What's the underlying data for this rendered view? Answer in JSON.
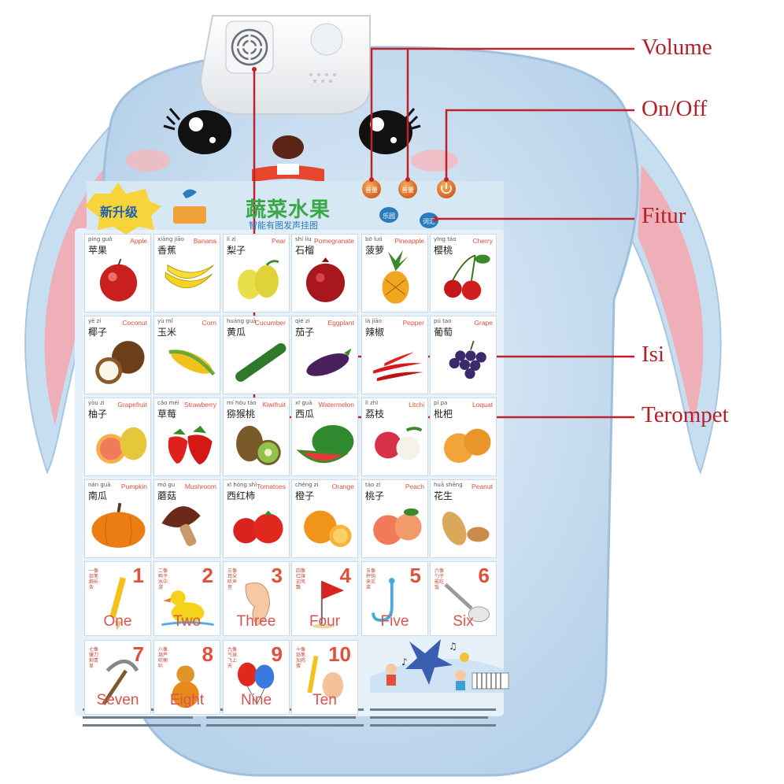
{
  "callouts": {
    "volume": "Volume",
    "onoff": "On/Off",
    "fitur": "Fitur",
    "isi": "Isi",
    "terompet": "Terompet"
  },
  "poster": {
    "badge": "新升级",
    "title": "蔬菜水果",
    "subtitle": "智能有图发声挂图",
    "buttons": {
      "vol_minus": "音量",
      "vol_plus": "音量",
      "mode": "乐园",
      "word": "词汇"
    }
  },
  "items": [
    {
      "py": "píng guǒ",
      "cn": "苹果",
      "en": "Apple",
      "icon": "apple-icon"
    },
    {
      "py": "xiāng jiāo",
      "cn": "香蕉",
      "en": "Banana",
      "icon": "banana-icon"
    },
    {
      "py": "lí zi",
      "cn": "梨子",
      "en": "Pear",
      "icon": "pear-icon"
    },
    {
      "py": "shí liu",
      "cn": "石榴",
      "en": "Pomegranate",
      "icon": "pomegranate-icon"
    },
    {
      "py": "bō luó",
      "cn": "菠萝",
      "en": "Pineapple",
      "icon": "pineapple-icon"
    },
    {
      "py": "yīng táo",
      "cn": "樱桃",
      "en": "Cherry",
      "icon": "cherry-icon"
    },
    {
      "py": "yē zi",
      "cn": "椰子",
      "en": "Coconut",
      "icon": "coconut-icon"
    },
    {
      "py": "yù mǐ",
      "cn": "玉米",
      "en": "Corn",
      "icon": "corn-icon"
    },
    {
      "py": "huáng guā",
      "cn": "黄瓜",
      "en": "Cucumber",
      "icon": "cucumber-icon"
    },
    {
      "py": "qié zi",
      "cn": "茄子",
      "en": "Eggplant",
      "icon": "eggplant-icon"
    },
    {
      "py": "là jiāo",
      "cn": "辣椒",
      "en": "Pepper",
      "icon": "pepper-icon"
    },
    {
      "py": "pú tao",
      "cn": "葡萄",
      "en": "Grape",
      "icon": "grape-icon"
    },
    {
      "py": "yòu zi",
      "cn": "柚子",
      "en": "Grapefruit",
      "icon": "grapefruit-icon"
    },
    {
      "py": "cǎo méi",
      "cn": "草莓",
      "en": "Strawberry",
      "icon": "strawberry-icon"
    },
    {
      "py": "mí hóu táo",
      "cn": "猕猴桃",
      "en": "Kiwifruit",
      "icon": "kiwi-icon"
    },
    {
      "py": "xī guā",
      "cn": "西瓜",
      "en": "Watermelon",
      "icon": "watermelon-icon"
    },
    {
      "py": "lì zhī",
      "cn": "荔枝",
      "en": "Litchi",
      "icon": "litchi-icon"
    },
    {
      "py": "pí pa",
      "cn": "枇杷",
      "en": "Loquat",
      "icon": "loquat-icon"
    },
    {
      "py": "nán guā",
      "cn": "南瓜",
      "en": "Pumpkin",
      "icon": "pumpkin-icon"
    },
    {
      "py": "mó gu",
      "cn": "蘑菇",
      "en": "Mushroom",
      "icon": "mushroom-icon"
    },
    {
      "py": "xī hóng shì",
      "cn": "西红柿",
      "en": "Tomatoes",
      "icon": "tomato-icon"
    },
    {
      "py": "chéng zi",
      "cn": "橙子",
      "en": "Orange",
      "icon": "orange-icon"
    },
    {
      "py": "táo zi",
      "cn": "桃子",
      "en": "Peach",
      "icon": "peach-icon"
    },
    {
      "py": "huā shēng",
      "cn": "花生",
      "en": "Peanut",
      "icon": "peanut-icon"
    }
  ],
  "numbers": [
    {
      "digit": "1",
      "word": "One",
      "hint": "一像铅笔细长条",
      "icon": "pencil-icon"
    },
    {
      "digit": "2",
      "word": "Two",
      "hint": "二像鸭子水中游",
      "icon": "duck-icon"
    },
    {
      "digit": "3",
      "word": "Three",
      "hint": "三像耳朵听声音",
      "icon": "ear-icon"
    },
    {
      "digit": "4",
      "word": "Four",
      "hint": "四像红旗迎风飘",
      "icon": "flag-icon"
    },
    {
      "digit": "5",
      "word": "Five",
      "hint": "五像秤钩来买菜",
      "icon": "hook-icon"
    },
    {
      "digit": "6",
      "word": "Six",
      "hint": "六像勺子能吃饭",
      "icon": "spoon-icon"
    },
    {
      "digit": "7",
      "word": "Seven",
      "hint": "七像镰刀割青草",
      "icon": "sickle-icon"
    },
    {
      "digit": "8",
      "word": "Eight",
      "hint": "八像葫芦吹喇叭",
      "icon": "gourd-icon"
    },
    {
      "digit": "9",
      "word": "Nine",
      "hint": "九像气球飞上天",
      "icon": "balloon-icon"
    },
    {
      "digit": "10",
      "word": "Ten",
      "hint": "十像铅笔加鸡蛋",
      "icon": "egg-icon"
    }
  ],
  "colors": {
    "callout_line": "#c0222c",
    "bunny_body": "#c7ddf0",
    "bunny_ear_inner": "#f4a7ae",
    "poster_bg": "#e6f1f9",
    "accent_red": "#e0503a"
  }
}
